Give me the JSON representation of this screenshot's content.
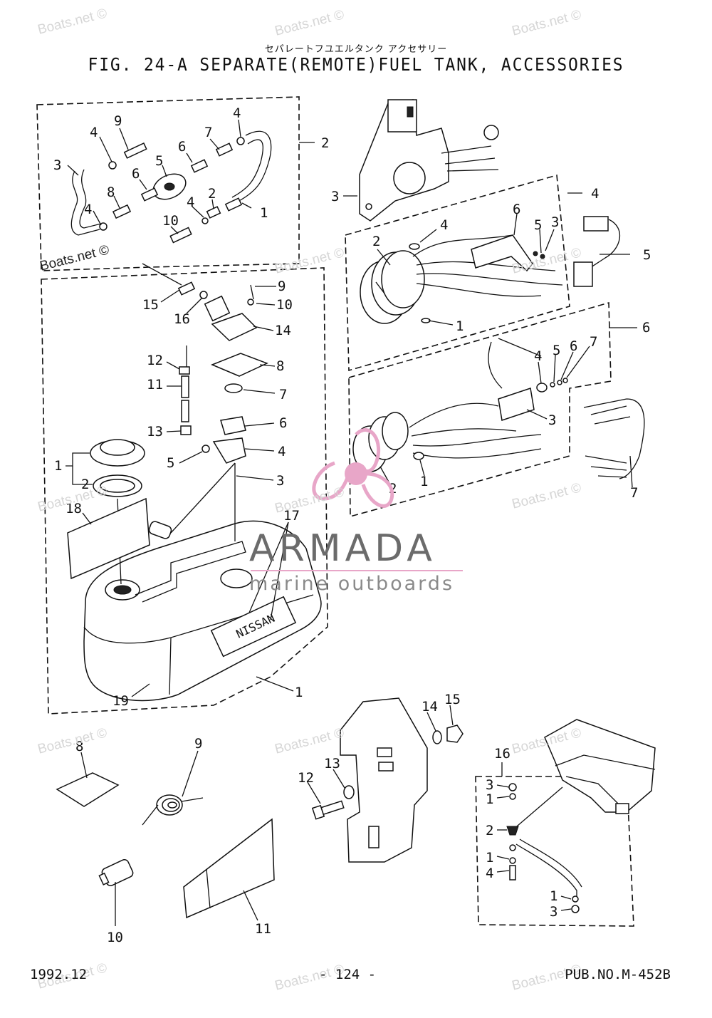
{
  "header": {
    "japanese_title": "セパレートフユエルタンク アクセサリー",
    "title": "FIG. 24-A SEPARATE(REMOTE)FUEL TANK, ACCESSORIES"
  },
  "footer": {
    "date": "1992.12",
    "page": "- 124 -",
    "pub_no": "PUB.NO.M-452B"
  },
  "watermark": "Boats.net ©",
  "logo": {
    "name": "ARMADA",
    "tagline": "marine outboards",
    "accent": "#e8a6c8"
  },
  "callouts": {
    "hose": [
      "9",
      "4",
      "3",
      "4",
      "8",
      "6",
      "5",
      "6",
      "7",
      "4",
      "2",
      "1",
      "4",
      "10"
    ],
    "hose_group": "2",
    "tank": [
      "15",
      "16",
      "9",
      "10",
      "14",
      "12",
      "8",
      "11",
      "7",
      "13",
      "6",
      "4",
      "5",
      "1",
      "2",
      "3",
      "18",
      "17",
      "19",
      "1"
    ],
    "remote_box": "3",
    "gauge_group": "4",
    "gauge": [
      "2",
      "4",
      "6",
      "5",
      "3",
      "1"
    ],
    "harness_right": "5",
    "switch_group": "6",
    "switch": [
      "4",
      "5",
      "6",
      "7",
      "3",
      "2",
      "1"
    ],
    "wire_right": "7",
    "loose": [
      "8",
      "9",
      "10",
      "11"
    ],
    "bracket": [
      "12",
      "13",
      "14",
      "15"
    ],
    "engine_group": "16",
    "engine": [
      "3",
      "1",
      "2",
      "1",
      "4",
      "1",
      "3"
    ]
  }
}
